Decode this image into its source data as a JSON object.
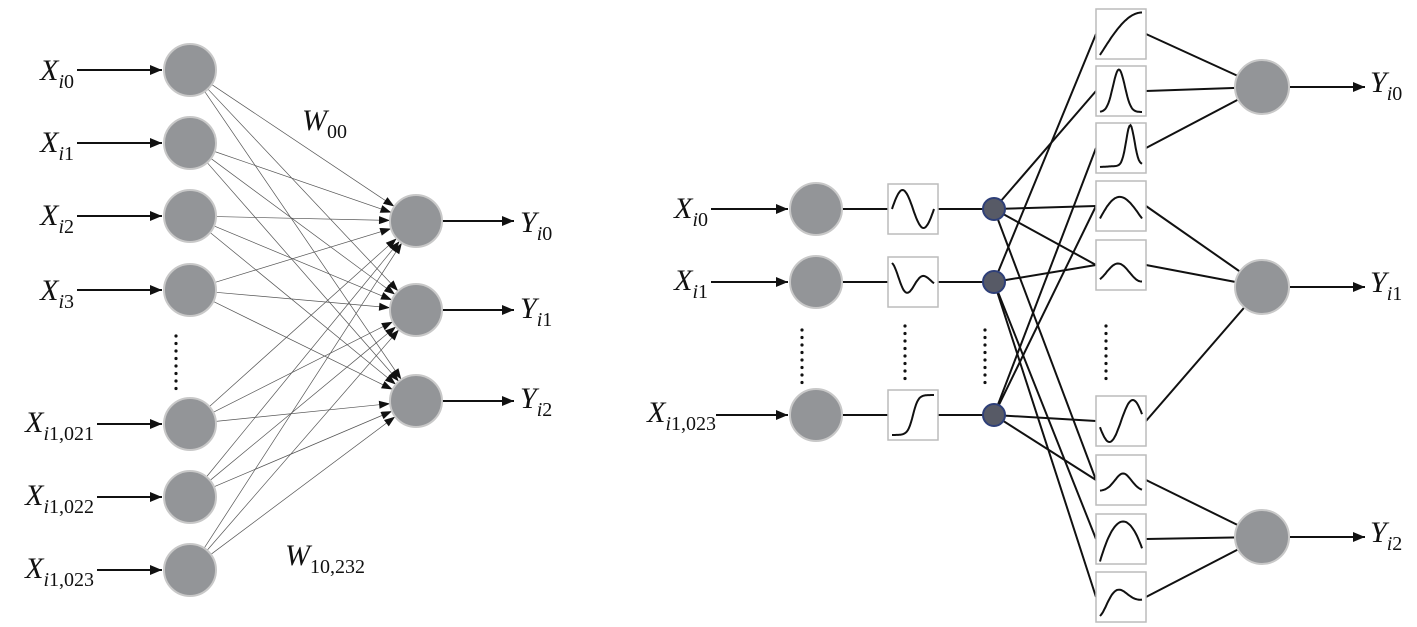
{
  "left_network": {
    "inputs": [
      {
        "base": "X",
        "sub_i": "i",
        "sub_rest": "0"
      },
      {
        "base": "X",
        "sub_i": "i",
        "sub_rest": "1"
      },
      {
        "base": "X",
        "sub_i": "i",
        "sub_rest": "2"
      },
      {
        "base": "X",
        "sub_i": "i",
        "sub_rest": "3"
      },
      {
        "base": "X",
        "sub_i": "i",
        "sub_rest": "1,021"
      },
      {
        "base": "X",
        "sub_i": "i",
        "sub_rest": "1,022"
      },
      {
        "base": "X",
        "sub_i": "i",
        "sub_rest": "1,023"
      }
    ],
    "outputs": [
      {
        "base": "Y",
        "sub_i": "i",
        "sub_rest": "0"
      },
      {
        "base": "Y",
        "sub_i": "i",
        "sub_rest": "1"
      },
      {
        "base": "Y",
        "sub_i": "i",
        "sub_rest": "2"
      }
    ],
    "weight_top": {
      "base": "W",
      "sub": "00"
    },
    "weight_bottom": {
      "base": "W",
      "sub": "10,232"
    }
  },
  "right_network": {
    "inputs": [
      {
        "base": "X",
        "sub_i": "i",
        "sub_rest": "0"
      },
      {
        "base": "X",
        "sub_i": "i",
        "sub_rest": "1"
      },
      {
        "base": "X",
        "sub_i": "i",
        "sub_rest": "1,023"
      }
    ],
    "outputs": [
      {
        "base": "Y",
        "sub_i": "i",
        "sub_rest": "0"
      },
      {
        "base": "Y",
        "sub_i": "i",
        "sub_rest": "1"
      },
      {
        "base": "Y",
        "sub_i": "i",
        "sub_rest": "2"
      }
    ],
    "input_functions": [
      "sine-wave",
      "damped-wave",
      "sigmoid"
    ],
    "basis_functions": [
      "rising-curve",
      "bell-curve",
      "skewed-peak",
      "smooth-hump",
      "low-wave",
      "inverted-wave",
      "low-hump",
      "valley-curve",
      "narrow-wave"
    ]
  },
  "colors": {
    "node_fill": "#939598",
    "node_stroke": "#c8c8c8",
    "junction_fill": "#575a66",
    "junction_stroke": "#2e3f78",
    "line": "#111111",
    "box_stroke": "#bcbcbc"
  }
}
